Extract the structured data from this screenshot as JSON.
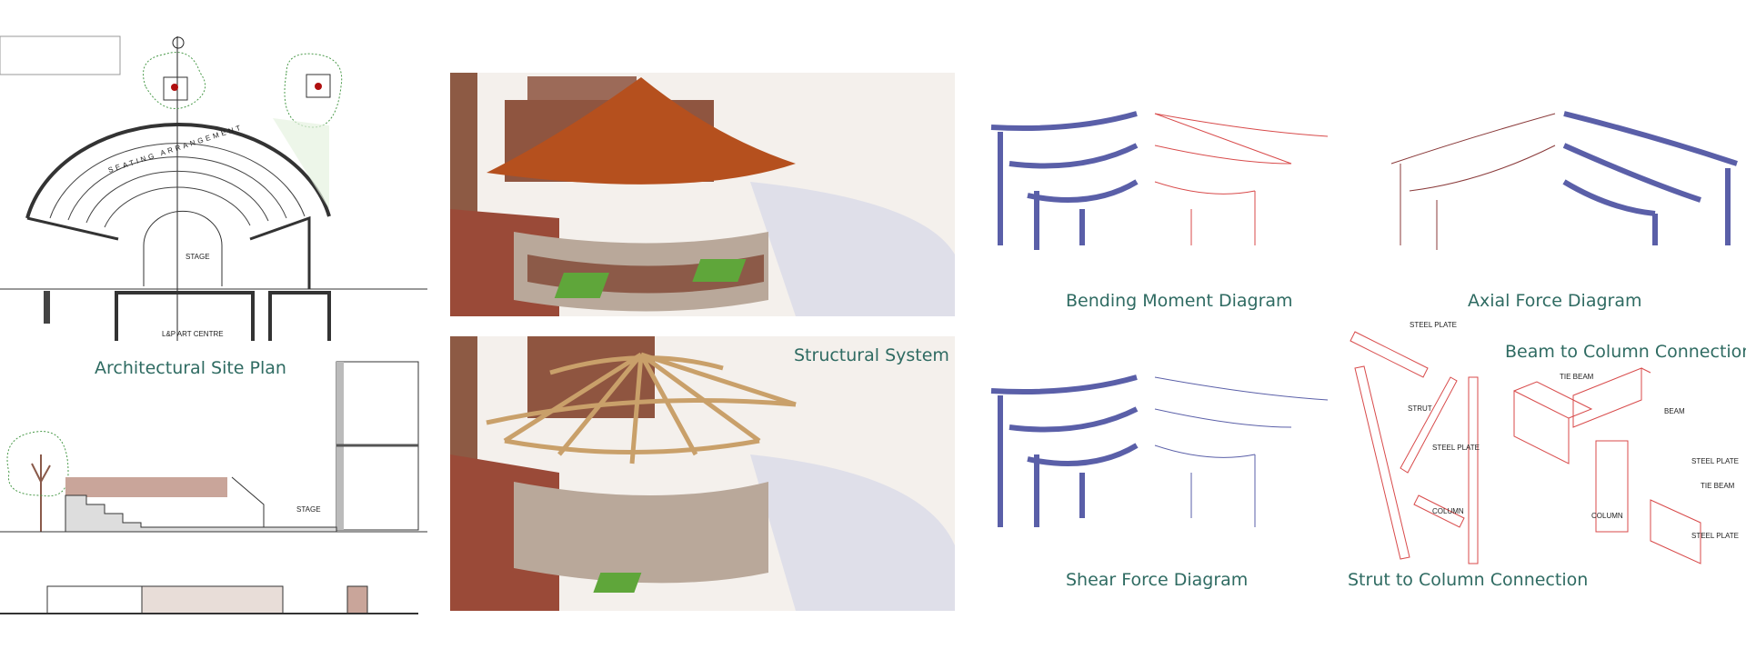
{
  "site_plan": {
    "title": "Architectural Site Plan",
    "labels": {
      "seating": "SEATING ARRANGEMENT",
      "stage": "STAGE",
      "art_centre": "L&P ART CENTRE",
      "section_stage": "STAGE"
    }
  },
  "renders": {
    "structural_title": "Structural System"
  },
  "diagrams": {
    "bending": "Bending Moment Diagram",
    "axial": "Axial Force Diagram",
    "shear": "Shear Force Diagram"
  },
  "strut_connection": {
    "title": "Strut to Column Connection",
    "labels": {
      "steel_plate_top": "STEEL PLATE",
      "strut": "STRUT",
      "steel_plate_mid": "STEEL PLATE",
      "column": "COLUMN"
    }
  },
  "beam_connection": {
    "title": "Beam to Column Connection",
    "labels": {
      "tie_beam_1": "TIE BEAM",
      "beam": "BEAM",
      "steel_plate_1": "STEEL PLATE",
      "tie_beam_2": "TIE BEAM",
      "column": "COLUMN",
      "steel_plate_2": "STEEL PLATE"
    }
  },
  "colors": {
    "title": "#2f6b62",
    "roof": "#b5501e",
    "brick": "#9a5a44",
    "frame_blue": "#5a5fa8",
    "diagram_red": "#d84a4a"
  }
}
